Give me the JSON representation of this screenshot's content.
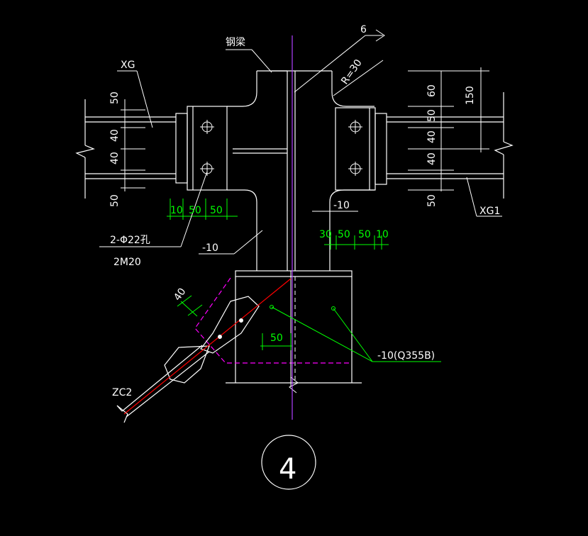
{
  "labels": {
    "beam": "钢梁",
    "weld": "6",
    "radius": "R=30",
    "xg": "XG",
    "xg1": "XG1",
    "holes": "2-Φ22孔",
    "bolts": "2M20",
    "plate_left": "-10",
    "plate_right": "-10",
    "plate_q355b": "-10(Q355B)",
    "zc2": "ZC2",
    "detail_no": "4"
  },
  "dims": {
    "left_50_top": "50",
    "left_40_a": "40",
    "left_40_b": "40",
    "left_50_bot": "50",
    "left_h10": "10",
    "left_h50a": "50",
    "left_h50b": "50",
    "right_60": "60",
    "right_50": "50",
    "right_40_a": "40",
    "right_40_b": "40",
    "right_50_bot": "50",
    "right_150": "150",
    "right_h30": "30",
    "right_h50a": "50",
    "right_h50b": "50",
    "right_h10": "10",
    "gusset_50": "50",
    "brace_40": "40"
  },
  "colors": {
    "line": "#ffffff",
    "green": "#00ff00",
    "magenta": "#ff00ff",
    "red": "#ff0000",
    "violet": "#b040ff"
  }
}
